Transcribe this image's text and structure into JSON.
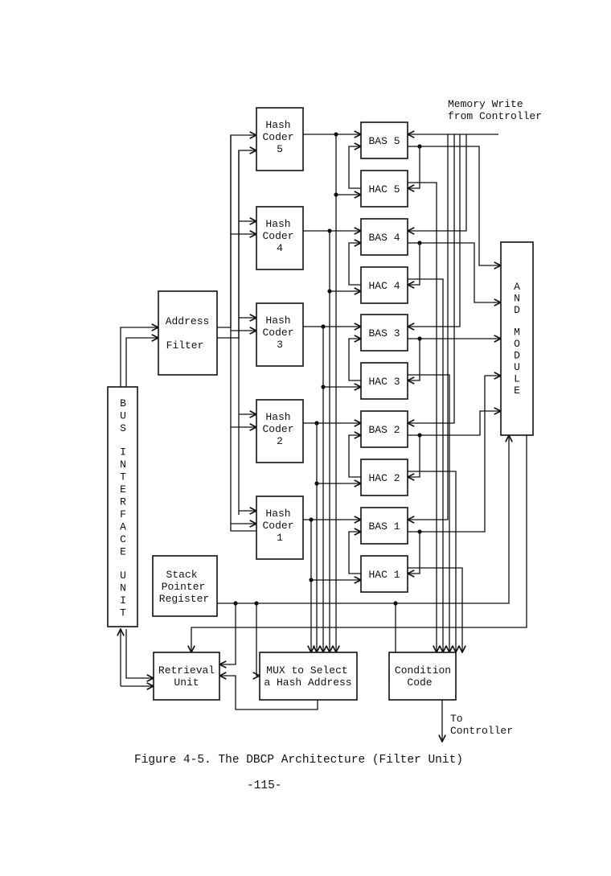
{
  "diagram": {
    "external_input": [
      "Memory Write",
      "from Controller"
    ],
    "bus_interface": "BUS INTERFACE UNIT",
    "address_filter": [
      "Address",
      "Filter"
    ],
    "hash_coders": [
      {
        "lines": [
          "Hash",
          "Coder",
          "5"
        ]
      },
      {
        "lines": [
          "Hash",
          "Coder",
          "4"
        ]
      },
      {
        "lines": [
          "Hash",
          "Coder",
          "3"
        ]
      },
      {
        "lines": [
          "Hash",
          "Coder",
          "2"
        ]
      },
      {
        "lines": [
          "Hash",
          "Coder",
          "1"
        ]
      }
    ],
    "bas": [
      "BAS 5",
      "BAS 4",
      "BAS 3",
      "BAS 2",
      "BAS 1"
    ],
    "hac": [
      "HAC 5",
      "HAC 4",
      "HAC 3",
      "HAC 2",
      "HAC 1"
    ],
    "and_module": "AND MODULE",
    "stack_pointer": [
      "Stack",
      "Pointer",
      "Register"
    ],
    "retrieval_unit": [
      "Retrieval",
      "Unit"
    ],
    "mux": [
      "MUX to Select",
      "a Hash Address"
    ],
    "condition_code": [
      "Condition",
      "Code"
    ],
    "output_label": [
      "To",
      "Controller"
    ]
  },
  "caption": "Figure 4-5. The DBCP Architecture (Filter Unit)",
  "page_number": "-115-"
}
